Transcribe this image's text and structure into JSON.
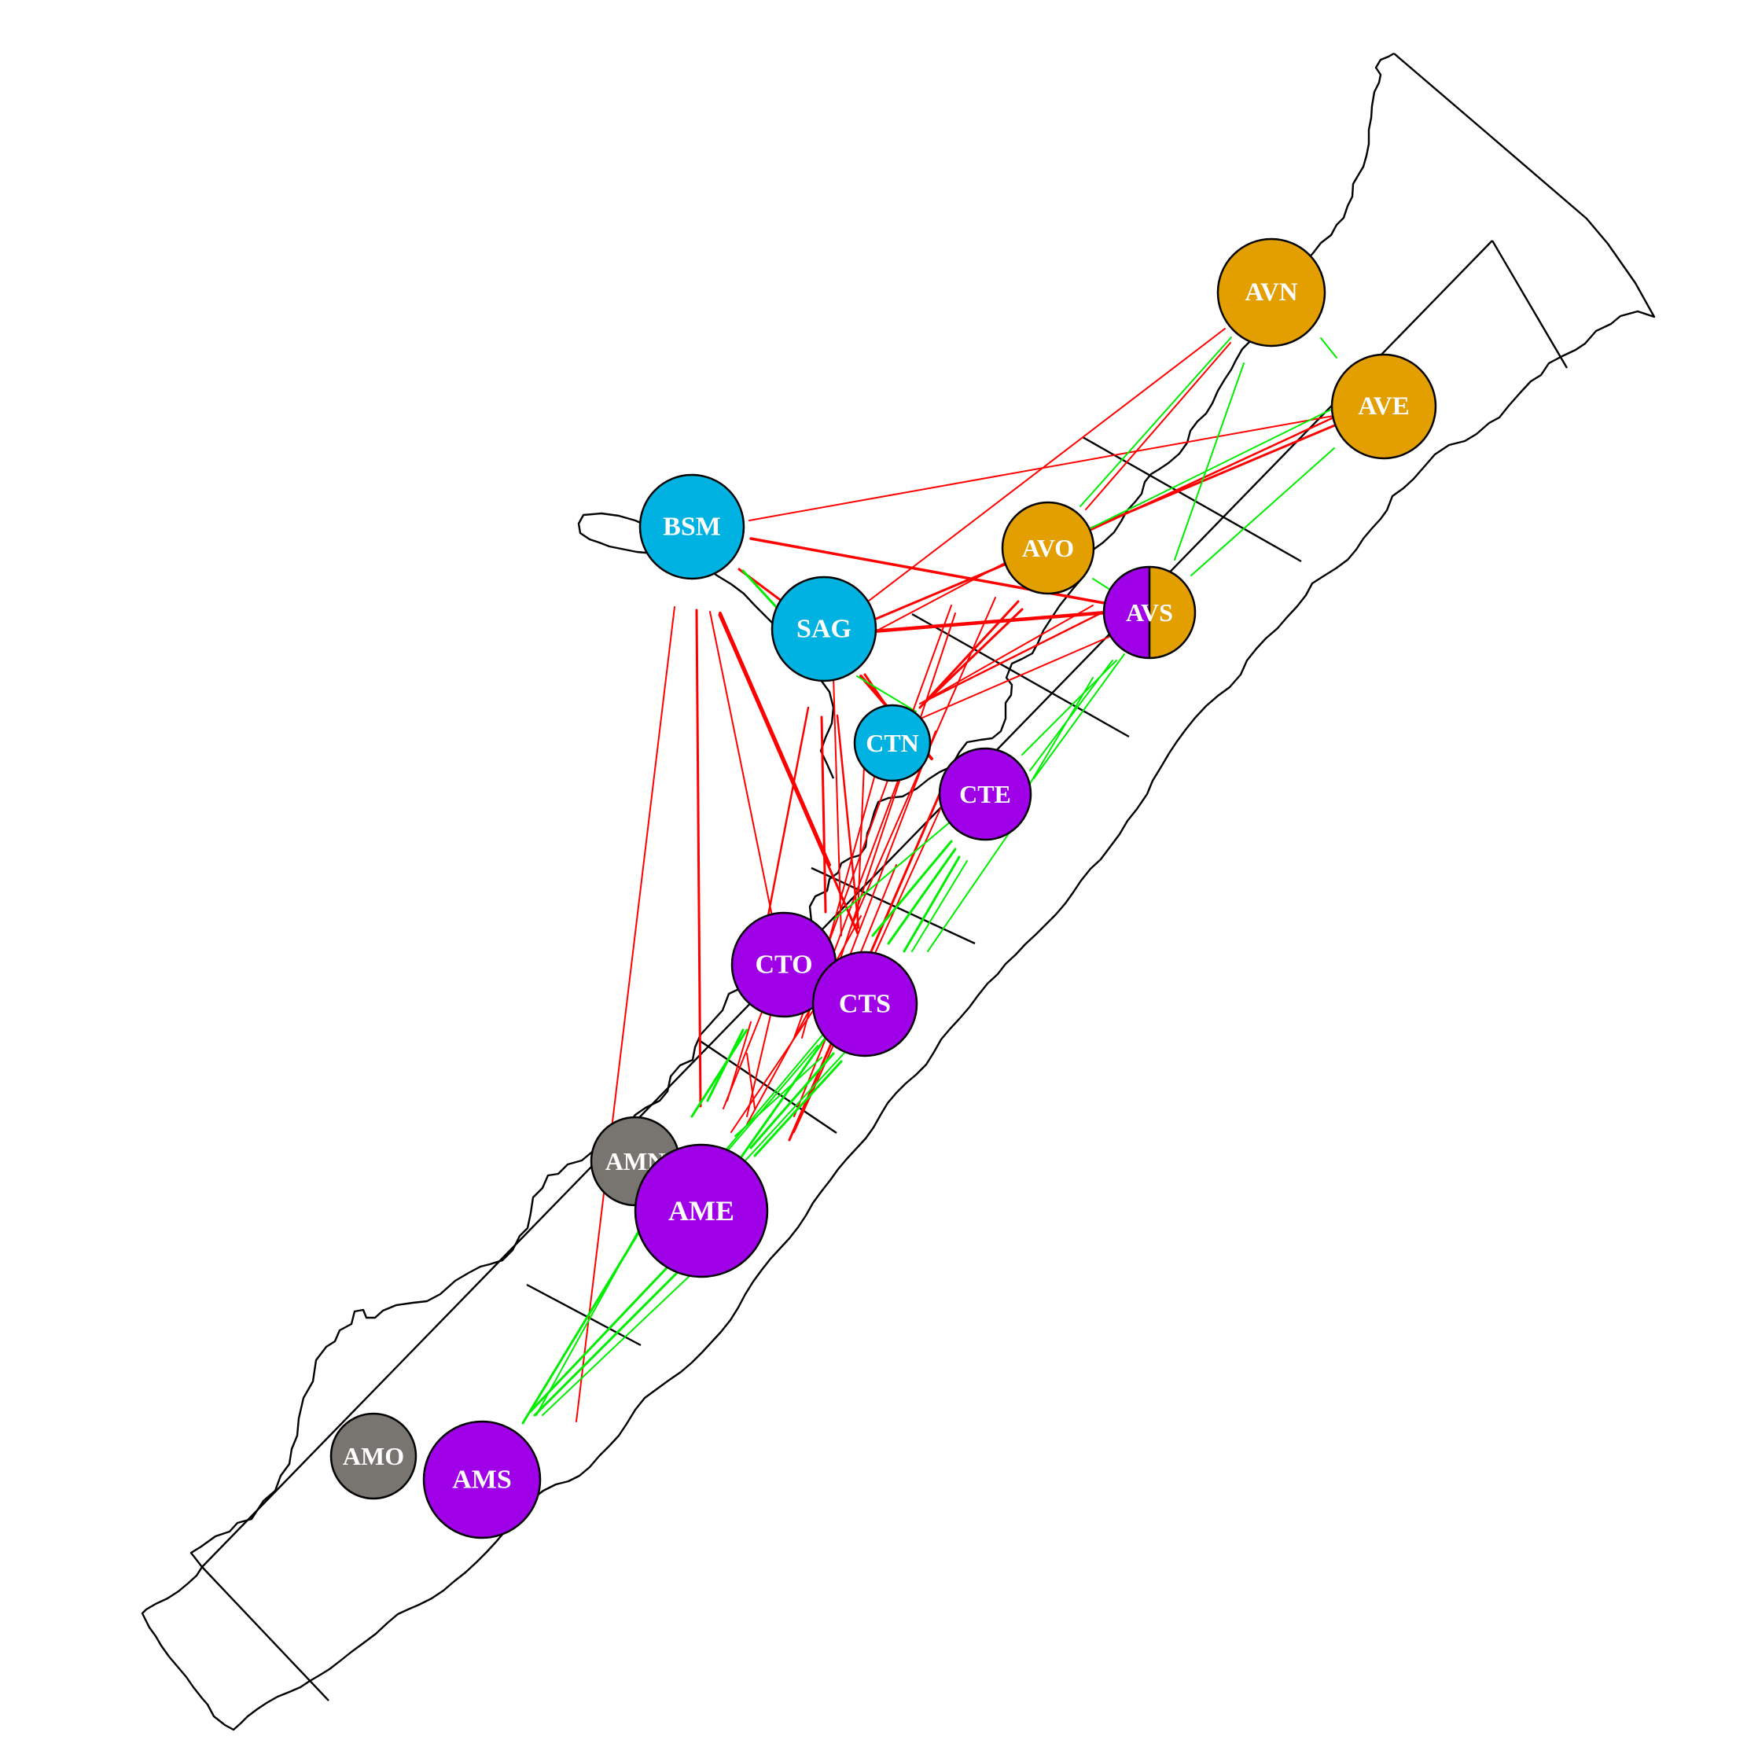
{
  "colors": {
    "cluster_blue": "#00B2E2",
    "cluster_purple": "#A000E8",
    "cluster_orange": "#E39E00",
    "cluster_gray": "#787570",
    "link_red": "#FF0000",
    "link_green": "#00EE00",
    "outline": "#000000",
    "label": "#FFFFFF"
  },
  "nodes": [
    {
      "id": "BSM",
      "label": "BSM",
      "color": "cluster_blue"
    },
    {
      "id": "SAG",
      "label": "SAG",
      "color": "cluster_blue"
    },
    {
      "id": "CTN",
      "label": "CTN",
      "color": "cluster_blue"
    },
    {
      "id": "CTE",
      "label": "CTE",
      "color": "cluster_purple"
    },
    {
      "id": "CTO",
      "label": "CTO",
      "color": "cluster_purple"
    },
    {
      "id": "CTS",
      "label": "CTS",
      "color": "cluster_purple"
    },
    {
      "id": "AVN",
      "label": "AVN",
      "color": "cluster_orange"
    },
    {
      "id": "AVE",
      "label": "AVE",
      "color": "cluster_orange"
    },
    {
      "id": "AVO",
      "label": "AVO",
      "color": "cluster_orange"
    },
    {
      "id": "AVS",
      "label": "AVS",
      "color": "cluster_purple",
      "split_color": "cluster_orange"
    },
    {
      "id": "AMN",
      "label": "AMN",
      "color": "cluster_gray"
    },
    {
      "id": "AME",
      "label": "AME",
      "color": "cluster_purple"
    },
    {
      "id": "AMO",
      "label": "AMO",
      "color": "cluster_gray"
    },
    {
      "id": "AMS",
      "label": "AMS",
      "color": "cluster_purple"
    }
  ]
}
